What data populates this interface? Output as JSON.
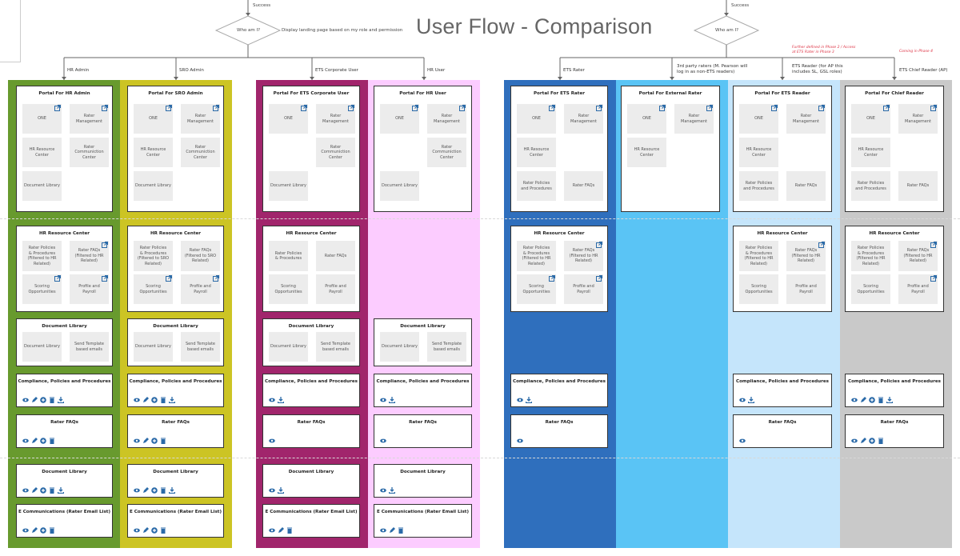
{
  "page_title": "User Flow - Comparison",
  "flow": {
    "success_label": "Success",
    "decision_label": "Who am I?",
    "landing_note": "Display landing page based on my role and permission"
  },
  "notes": {
    "left_sidebar": "",
    "red_note_1": "Further defined in Phase 2 / Access at ETS Rater in Phase 3",
    "red_note_2": "Coming in Phase 4"
  },
  "roles": {
    "hr_admin": "HR Admin",
    "sro_admin": "SRO Admin",
    "ets_corporate_user": "ETS Corporate User",
    "hr_user": "HR User",
    "ets_rater": "ETS Rater",
    "external_rater": "3rd party raters (M. Pearson will\nlog in as non-ETS readers)",
    "ets_reader": "ETS Reader (for AP this\nincludes SL, GSL roles)",
    "chief_reader": "ETS Chief Reader (AP)"
  },
  "colors": {
    "hr_admin": "#689a2e",
    "sro_admin": "#ccc424",
    "ets_corporate": "#a1256c",
    "hr_user": "#fcccff",
    "ets_rater": "#2f6fbd",
    "external_rater": "#5ac4f5",
    "ets_reader": "#c5e5fb",
    "chief_reader": "#c9c9c9",
    "icon": "#2b6aa8"
  },
  "tiles": {
    "one": "ONE",
    "rater_management": "Rater\nManagement",
    "hr_resource_center": "HR Resource\nCenter",
    "rater_communication_center": "Rater\nCommuniction\nCenter",
    "document_library": "Document Library",
    "rater_policies": "Rater Policies\nand Procedures",
    "rater_faqs": "Rater FAQs",
    "rater_policies_hr": "Rater Policies\n& Procedures\n(Filtered to HR\nRelated)",
    "rater_policies_sro": "Rater Policies\n& Procedures\n(Filtered to SRO\nRelated)",
    "rater_policies_plain": "Rater Policies\n& Procedures",
    "rater_faqs_hr": "Rater FAQs\n(Filtered to HR\nRelated)",
    "rater_faqs_sro": "Rater FAQs\n(Filtered to SRO\nRelated)",
    "scoring_opportunities": "Scoring\nOpportunities",
    "profile_payroll": "Profile and\nPayroll",
    "send_template": "Send Template\nbased emails"
  },
  "portals": {
    "hr_admin": "Portal For HR Admin",
    "sro_admin": "Portal For SRO Admin",
    "ets_corporate": "Portal For ETS Corporate User",
    "hr_user": "Portal For HR User",
    "ets_rater": "Portal For ETS Rater",
    "external_rater": "Portal For External Rater",
    "ets_reader": "Portal For ETS Reader",
    "chief_reader": "Portal For Chief Reader"
  },
  "sections": {
    "hr_resource_center": "HR Resource Center",
    "document_library": "Document Library",
    "compliance": "Compliance, Policies and Procedures",
    "rater_faqs": "Rater FAQs",
    "e_communications": "E Communications (Rater Email List)"
  }
}
